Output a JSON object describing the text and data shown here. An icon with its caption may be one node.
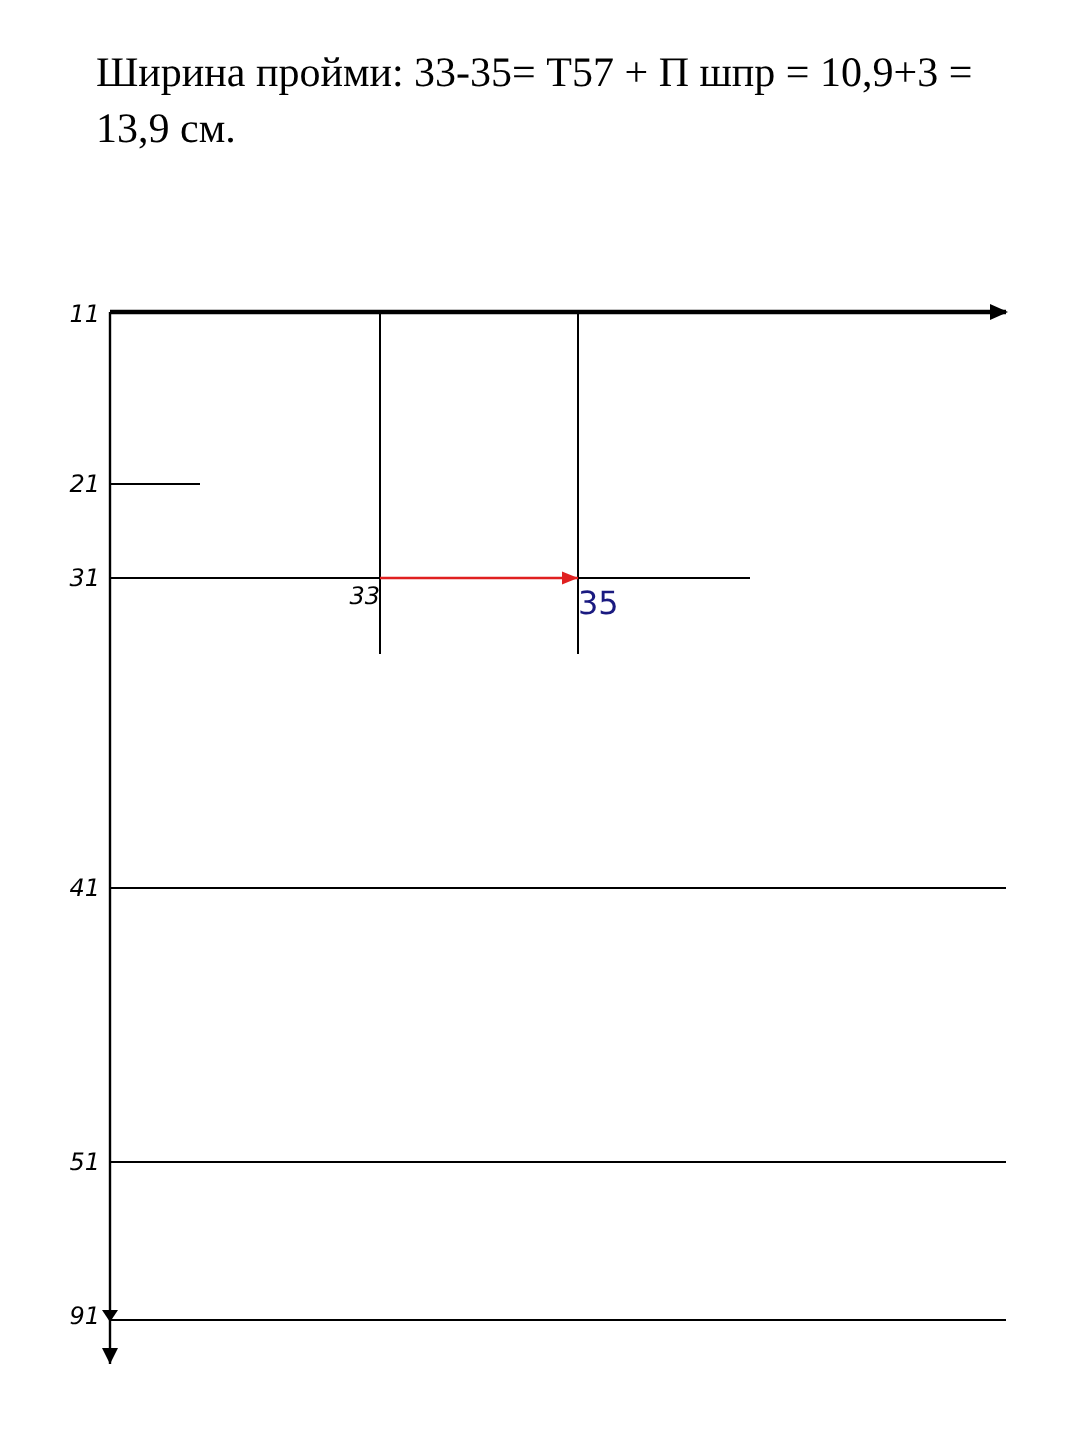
{
  "diagram": {
    "title": "Ширина пройми: 33-35= Т57 + П шпр = 10,9+3 = 13,9 см.",
    "nodes": [
      {
        "text": [
          "33"
        ]
      },
      {
        "text": [
          "35"
        ]
      }
    ],
    "edges": [
      {
        "from": 0,
        "to": 1,
        "arrow": "to",
        "color": "#e02020"
      }
    ],
    "labels": [
      "11",
      "21",
      "31",
      "41",
      "51",
      "91"
    ]
  }
}
